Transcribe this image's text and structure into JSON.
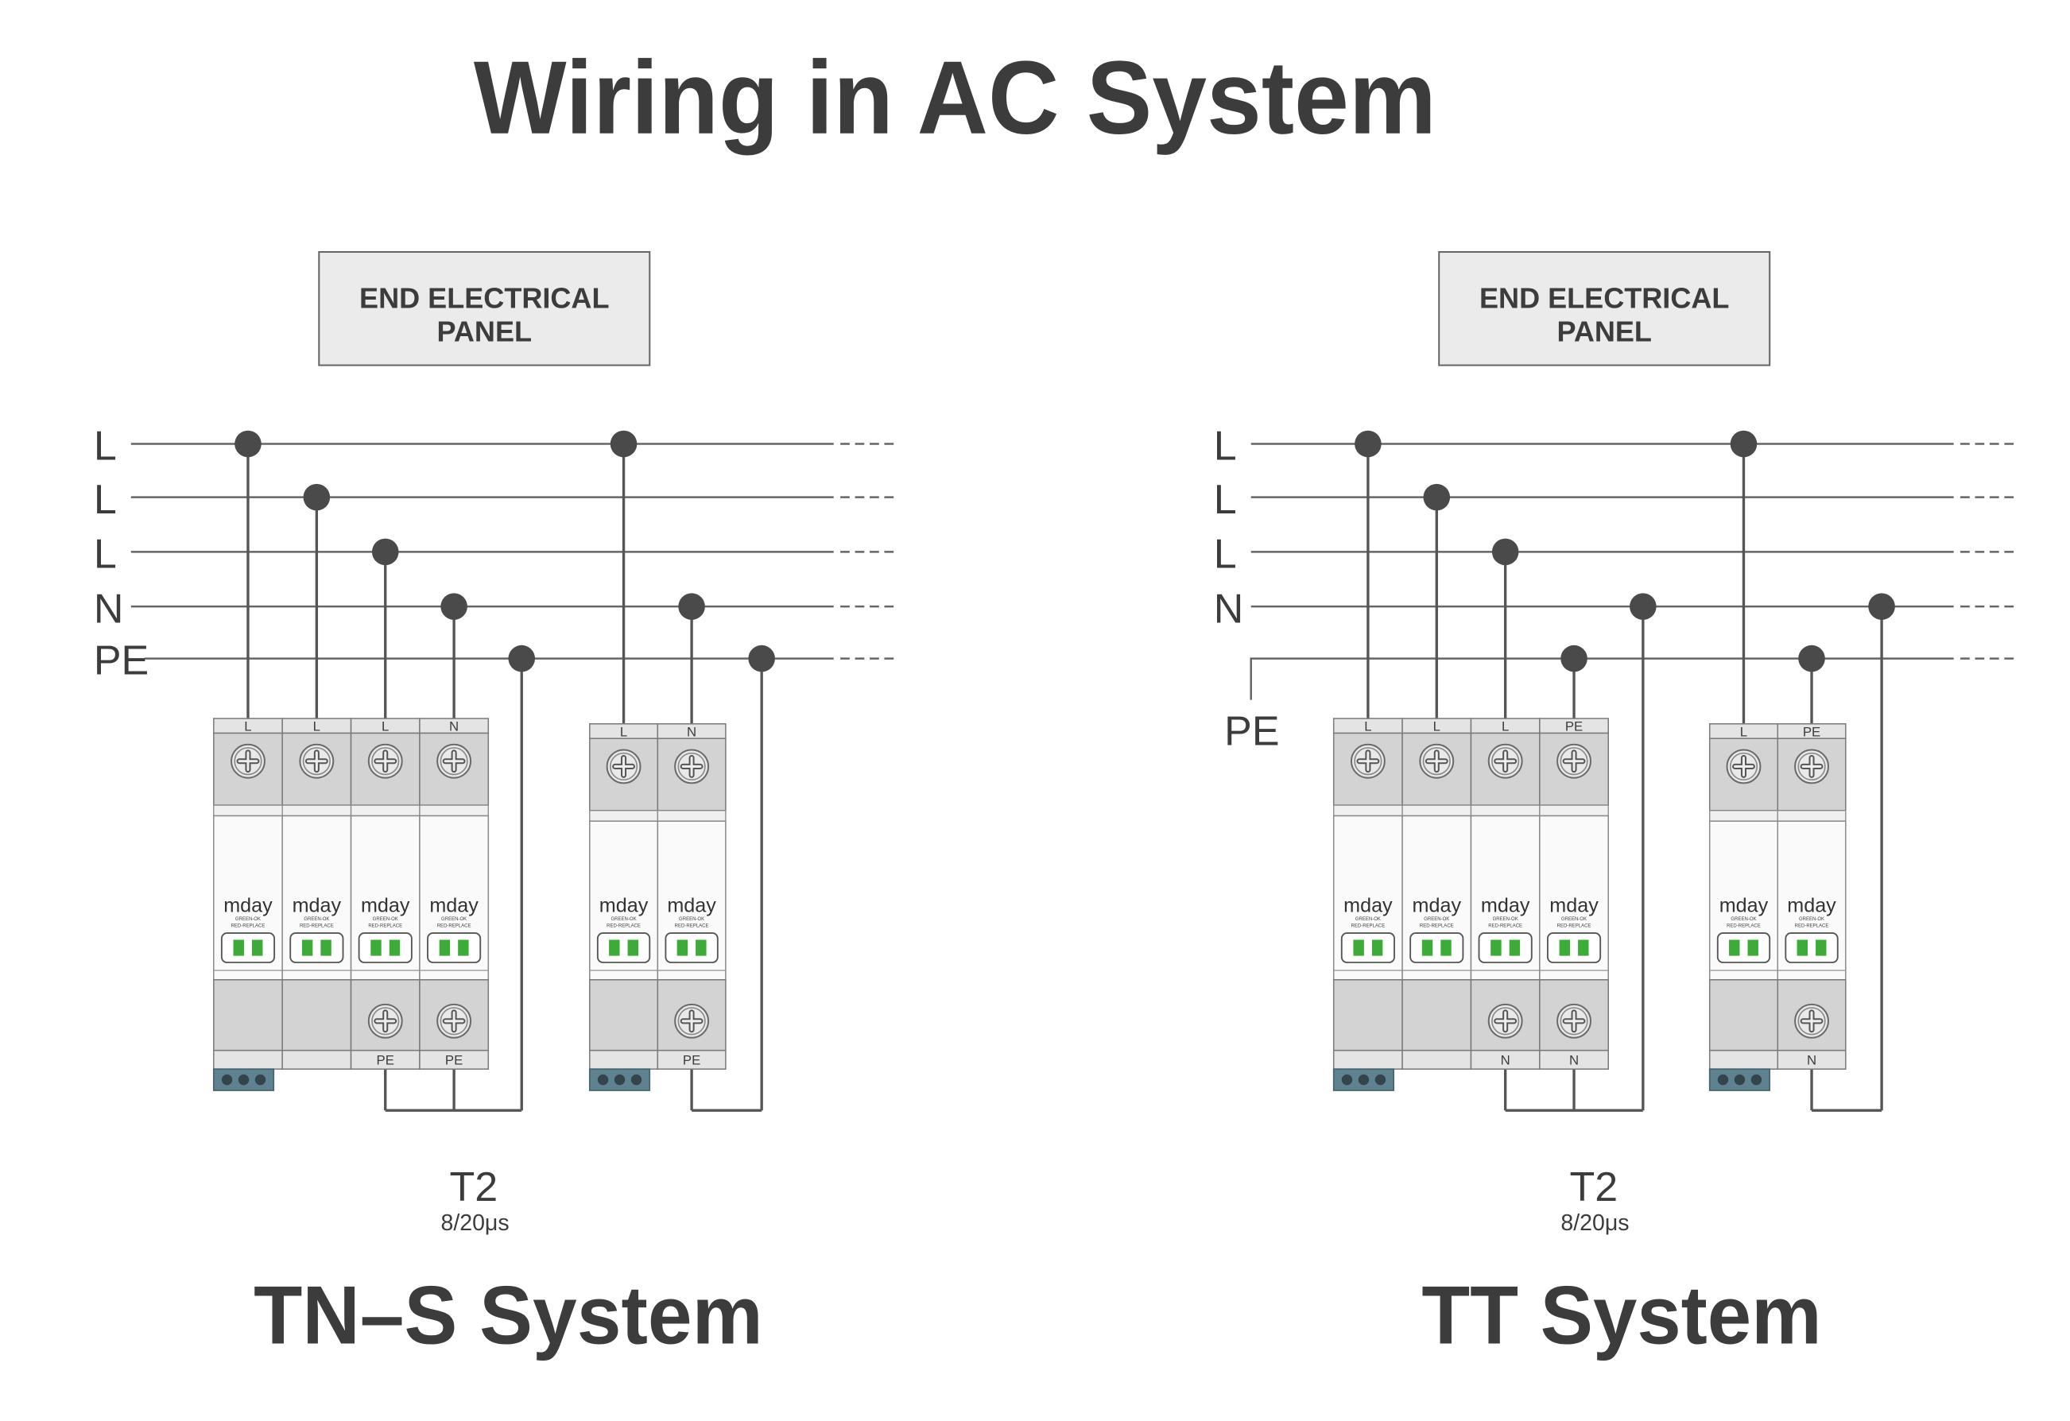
{
  "title": "Wiring in AC System",
  "module_face": {
    "brand": "mday",
    "status_line1": "GREEN-OK",
    "status_line2": "RED-REPLACE"
  },
  "colors": {
    "text": "#3c3c3c",
    "line": "#666666",
    "wire": "#555555",
    "junction": "#4a4a4a",
    "panel_fill": "#ebebeb",
    "module_gray": "#d3d3d3",
    "indicator_green": "#3dab38",
    "base": "#5f8290"
  },
  "systems": [
    {
      "name": "TN–S System",
      "panel": {
        "line1": "END ELECTRICAL",
        "line2": "PANEL"
      },
      "buses": [
        "L",
        "L",
        "L",
        "N",
        "PE"
      ],
      "modules": [
        {
          "top_labels": [
            "L",
            "L",
            "L",
            "N"
          ],
          "bottom_labels": [
            null,
            null,
            "PE",
            "PE"
          ]
        },
        {
          "top_labels": [
            "L",
            "N"
          ],
          "bottom_labels": [
            null,
            "PE"
          ]
        }
      ],
      "rating": "T2",
      "waveform": "8/20μs"
    },
    {
      "name": "TT System",
      "panel": {
        "line1": "END ELECTRICAL",
        "line2": "PANEL"
      },
      "buses": [
        "L",
        "L",
        "L",
        "N",
        "PE"
      ],
      "modules": [
        {
          "top_labels": [
            "L",
            "L",
            "L",
            "PE"
          ],
          "bottom_labels": [
            null,
            null,
            "N",
            "N"
          ]
        },
        {
          "top_labels": [
            "L",
            "PE"
          ],
          "bottom_labels": [
            null,
            "N"
          ]
        }
      ],
      "rating": "T2",
      "waveform": "8/20μs"
    }
  ]
}
